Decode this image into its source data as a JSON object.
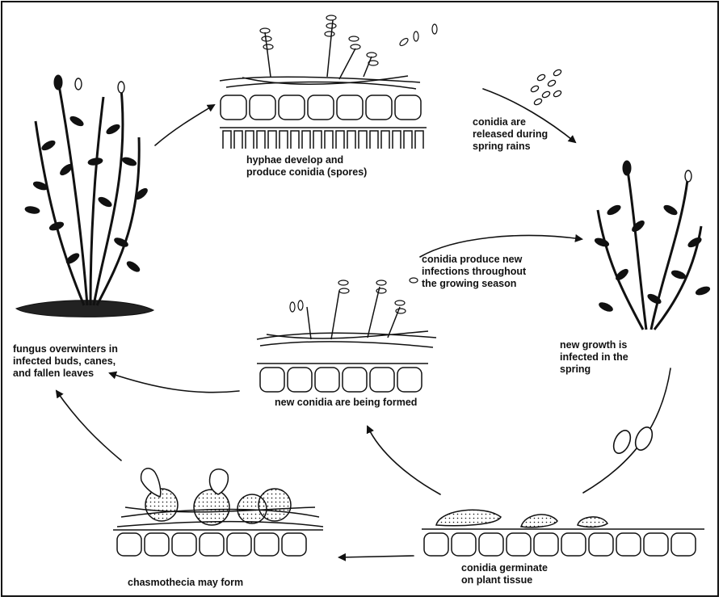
{
  "labels": {
    "hyphae": "hyphae develop and\nproduce conidia (spores)",
    "released": "conidia are\nreleased during\nspring rains",
    "new_infections": "conidia produce new\ninfections throughout\nthe growing season",
    "new_growth": "new growth is\ninfected in the\nspring",
    "overwinters": "fungus overwinters in\ninfected buds, canes,\nand fallen leaves",
    "forming": "new conidia are being formed",
    "germinate": "conidia germinate\non plant tissue",
    "chasmothecia": "chasmothecia may form"
  },
  "colors": {
    "ink": "#111111",
    "fill_dark": "#1a1a1a",
    "background": "#ffffff"
  }
}
